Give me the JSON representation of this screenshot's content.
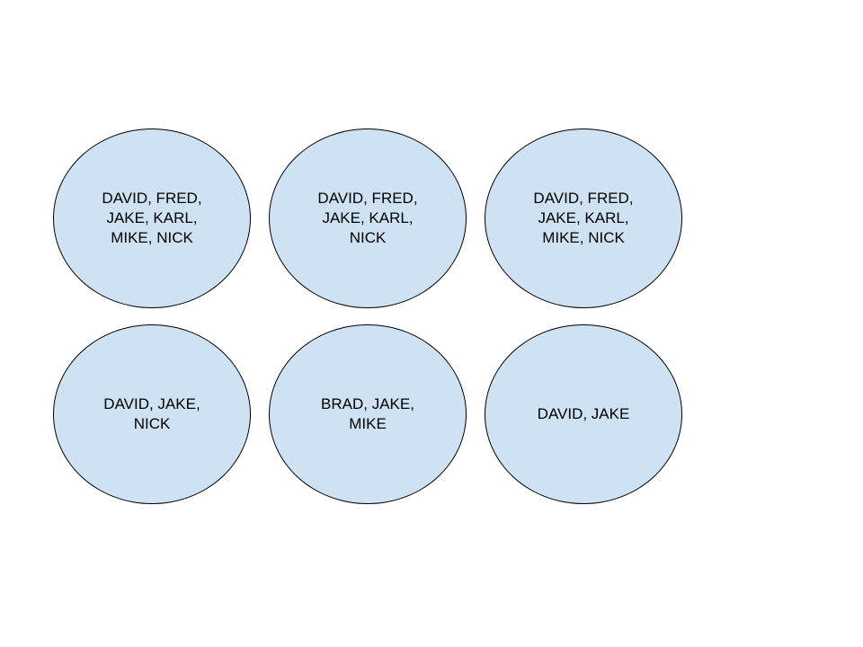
{
  "style": {
    "ellipse_fill": "#cfe2f3",
    "ellipse_stroke": "#000000",
    "text_color": "#000000",
    "background": "#ffffff"
  },
  "ellipses": [
    {
      "label": "DAVID, FRED, JAKE, KARL, MIKE, NICK"
    },
    {
      "label": "DAVID, FRED, JAKE, KARL, NICK"
    },
    {
      "label": "DAVID, FRED, JAKE, KARL, MIKE, NICK"
    },
    {
      "label": "DAVID, JAKE, NICK"
    },
    {
      "label": "BRAD, JAKE, MIKE"
    },
    {
      "label": "DAVID, JAKE"
    }
  ]
}
